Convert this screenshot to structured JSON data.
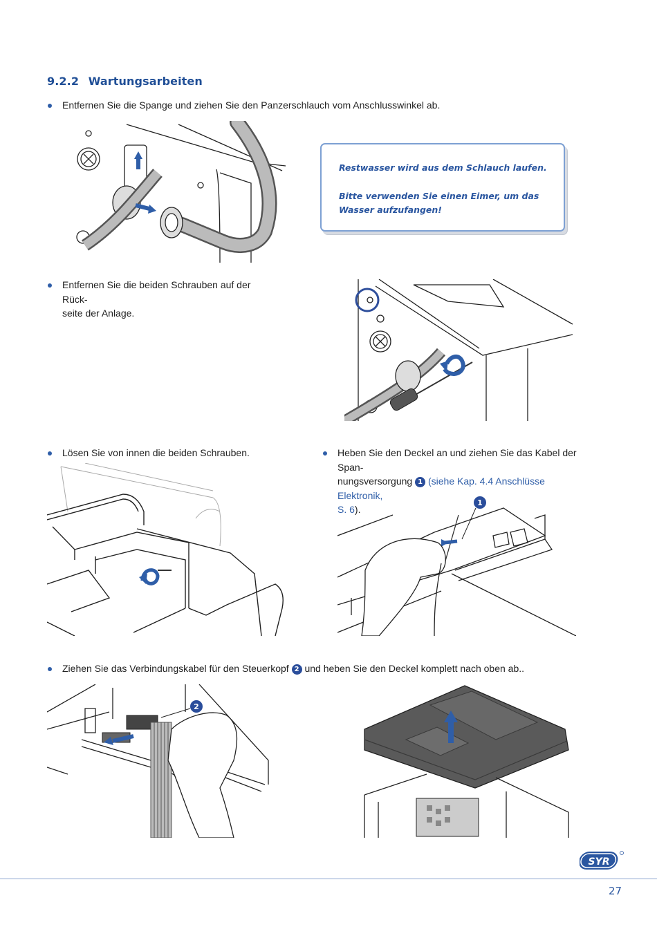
{
  "heading": {
    "number": "9.2.2",
    "title": "Wartungsarbeiten"
  },
  "step1": {
    "text": "Entfernen Sie die Spange und ziehen Sie den Panzerschlauch vom Anschlusswinkel ab."
  },
  "notice": {
    "line1": "Restwasser wird aus dem Schlauch laufen.",
    "line2": "Bitte verwenden Sie einen Eimer, um das Wasser aufzufangen!"
  },
  "step2": {
    "line1": "Entfernen Sie die beiden Schrauben auf der Rück-",
    "line2": "seite der Anlage."
  },
  "step3": {
    "text": "Lösen Sie von innen die beiden Schrauben."
  },
  "step4": {
    "line1": "Heben Sie den Deckel an und ziehen Sie das Kabel der Span-",
    "line2_pre": "nungsversorgung",
    "marker": "1",
    "line2_link": "(siehe Kap. 4.4 Anschlüsse Elektronik,",
    "line3_link": "S. 6",
    "line3_post": ")."
  },
  "step5": {
    "pre": "Ziehen Sie das Verbindungskabel für den Steuerkopf",
    "marker": "2",
    "post": "und heben Sie den Deckel komplett nach oben ab.."
  },
  "figures": {
    "callout1": "1",
    "callout2": "2"
  },
  "footer": {
    "page_number": "27",
    "logo_text": "SYR"
  },
  "colors": {
    "accent": "#2a56a0",
    "arrow": "#2f5ea8",
    "lid": "#5a5a5a"
  }
}
